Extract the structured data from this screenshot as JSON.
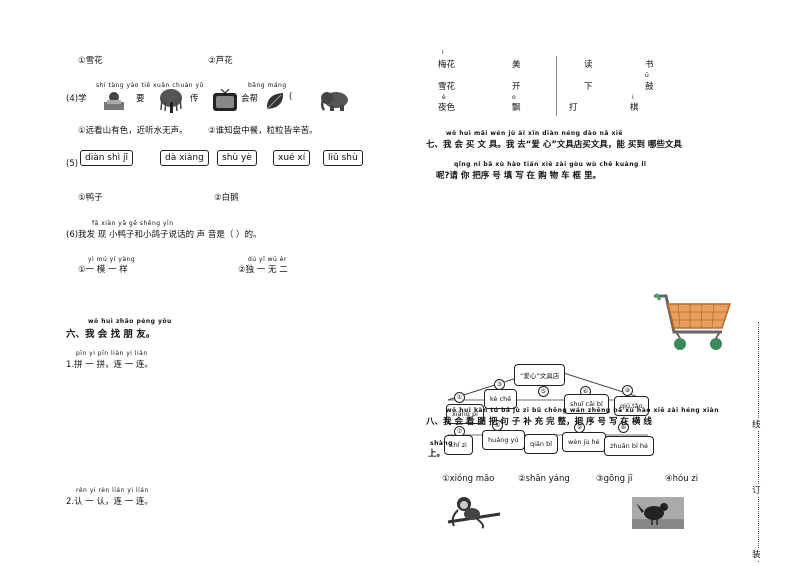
{
  "q3_options": {
    "opt1": "①雪花",
    "opt2": "②芦花"
  },
  "q4": {
    "label": "(4)学",
    "pinyin": "shí tàng yào tiē xuǎn chuán yǔ",
    "words": [
      "要",
      "传",
      "会帮"
    ],
    "pinyin2": "bāng máng",
    "poem1": "①远看山有色，近听水无声。",
    "poem2": "②谁知盘中餐，粒粒皆辛苦。"
  },
  "q5": {
    "label": "(5)",
    "boxes": [
      "diàn shì jī",
      "dà xiàng",
      "shù yè",
      "xué xí",
      "liǔ shù"
    ]
  },
  "q5_options": {
    "opt1": "①鸭子",
    "opt2": "②白鹅"
  },
  "q6": {
    "pinyin": "fā xiàn yā gē shēng yīn",
    "text": "(6)我发 现 小鸭子和小鸽子说话的 声 音是（    ）的。",
    "opt1_py": "yì mú yí yàng",
    "opt1": "①一 模 一 样",
    "opt2_py": "dú yī wú èr",
    "opt2": "②独 一 无 二"
  },
  "sec6": {
    "pinyin": "wǒ huì zhǎo péng yǒu",
    "title": "六、我 会 找 朋 友。",
    "s1_py": "pīn yi pīn lián yi lián",
    "s1": "1.拼 一 拼，连 一 连。",
    "s2_py": "rèn yi rèn lián yi lián",
    "s2": "2.认 一 认，连 一 连。"
  },
  "right_top": {
    "rows": [
      {
        "py": "i",
        "cells": [
          "梅花",
          "美",
          "读",
          "书"
        ]
      },
      {
        "py": "ū",
        "cells": [
          "雪花",
          "开",
          "下",
          "鼓"
        ]
      },
      {
        "py": "è",
        "cells": [
          "夜色",
          "飘",
          "打",
          "棋"
        ]
      }
    ],
    "py_marks": [
      "o",
      "i"
    ]
  },
  "sec7": {
    "pinyin1": "wǒ huì mǎi wén jù          ài xīn diàn          néng dào nǎ xiē",
    "line1": "七、我 会 买 文 具。我 去“爱 心”文具店买文具，能 买到 哪些文具",
    "pinyin2": "qǐng nǐ bǎ xù hào tián xiě zài gòu wù chē kuàng lǐ",
    "line2": "呢?请 你 把序 号 填 写 在 购 物 车 框 里。"
  },
  "shop": {
    "sign": "“爱心”文具店",
    "items": [
      {
        "num": "③",
        "label": "kè chě"
      },
      {
        "num": "⑤",
        "label": ""
      },
      {
        "num": "⑥",
        "label": "shuǐ cǎi bǐ"
      },
      {
        "num": "⑨",
        "label": "qiú tǎo"
      },
      {
        "num": "①",
        "label": "xiàng pí"
      },
      {
        "num": "⑦",
        "label": "chǐ zi"
      },
      {
        "num": "④",
        "label": "huáng yú"
      },
      {
        "num": "",
        "label": "qiān bǐ"
      },
      {
        "num": "②",
        "label": "wén jù hé"
      },
      {
        "num": "⑧",
        "label": "zhuān bǐ hé"
      }
    ]
  },
  "sec8": {
    "pinyin": "wǒ huì kàn tú bǎ jù zi bǔ chōng wán zhěng bǎ xù hào xiě zài héng xiàn",
    "line1": "八、我 会 看 图 把 句 子 补 充 完 整，把 序 号 写 在 横 线",
    "line2": "上。",
    "shang_py": "shàng",
    "options": [
      "①xióng māo",
      "②shān yáng",
      "③gōng jī",
      "④hóu zi"
    ]
  },
  "binding": {
    "top_char": "线",
    "mid_char": "订",
    "bottom_char": "装"
  }
}
